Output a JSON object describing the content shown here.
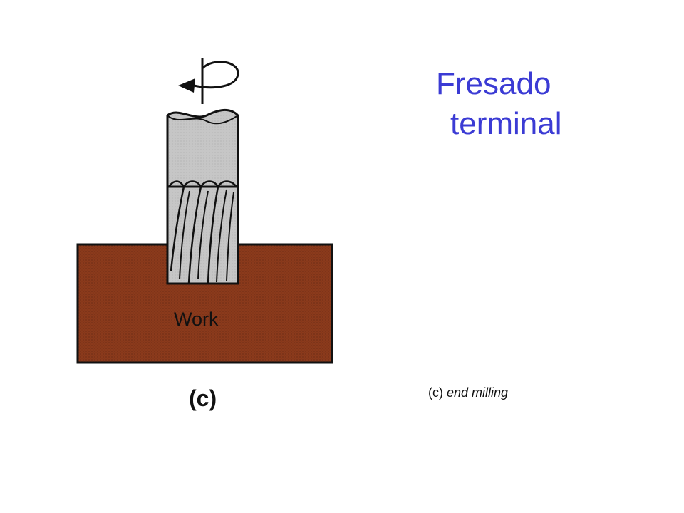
{
  "title": {
    "line1": "Fresado",
    "line2": "terminal"
  },
  "figure": {
    "work_label": "Work",
    "panel_label": "(c)"
  },
  "caption": {
    "prefix": "(c)",
    "text": "end milling"
  },
  "colors": {
    "title": "#3b3bd4",
    "workpiece": "#8b3a1c",
    "tool": "#c8c8c8",
    "outline": "#111111"
  }
}
